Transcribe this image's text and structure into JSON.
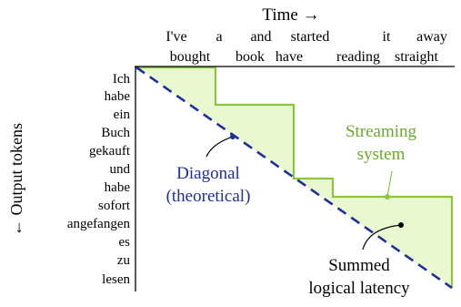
{
  "x_axis": {
    "title": "Time →",
    "tokens_top": [
      "I've",
      "a",
      "and",
      "started",
      "it",
      "away"
    ],
    "tokens_bottom": [
      "bought",
      "book",
      "have",
      "reading",
      "straight"
    ]
  },
  "y_axis": {
    "title": "← Output tokens",
    "tokens": [
      "Ich",
      "habe",
      "ein",
      "Buch",
      "gekauft",
      "und",
      "habe",
      "sofort",
      "angefangen",
      "es",
      "zu",
      "lesen"
    ]
  },
  "annotations": {
    "diagonal": [
      "Diagonal",
      "(theoretical)"
    ],
    "streaming": [
      "Streaming",
      "system"
    ],
    "latency": [
      "Summed",
      "logical latency"
    ]
  },
  "colors": {
    "diagonal": "#1f2f9e",
    "streaming_line": "#8cc63f",
    "streaming_text": "#6aaa2a",
    "fill": "#eaf8cf",
    "axis": "#000000"
  }
}
